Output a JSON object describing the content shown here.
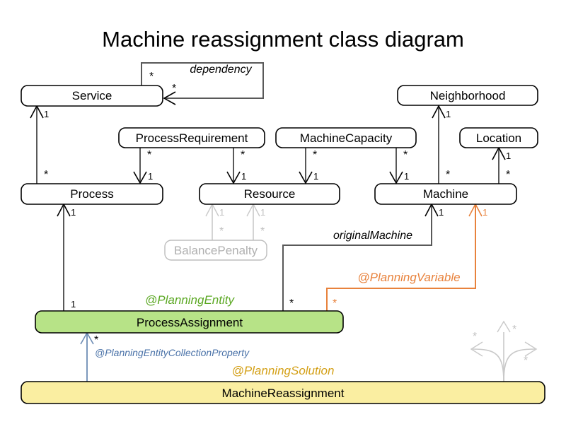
{
  "title": "Machine reassignment class diagram",
  "colors": {
    "planning_entity_green": "#5ba823",
    "planning_variable_orange": "#e8823c",
    "planning_solution_gold": "#d4a017",
    "collection_property_blue": "#4a72a8",
    "entity_box_fill": "#b7e387",
    "solution_box_fill": "#faeea1",
    "edge_gray": "#595959",
    "faded_gray": "#c9c9c9"
  },
  "classes": {
    "service": {
      "name": "Service"
    },
    "process_requirement": {
      "name": "ProcessRequirement"
    },
    "machine_capacity": {
      "name": "MachineCapacity"
    },
    "neighborhood": {
      "name": "Neighborhood"
    },
    "location": {
      "name": "Location"
    },
    "process": {
      "name": "Process"
    },
    "resource": {
      "name": "Resource"
    },
    "machine": {
      "name": "Machine"
    },
    "balance_penalty": {
      "name": "BalancePenalty"
    },
    "process_assignment": {
      "name": "ProcessAssignment"
    },
    "machine_reassignment": {
      "name": "MachineReassignment"
    }
  },
  "annotations": {
    "planning_entity": "@PlanningEntity",
    "planning_variable": "@PlanningVariable",
    "planning_solution": "@PlanningSolution",
    "planning_entity_collection_property": "@PlanningEntityCollectionProperty"
  },
  "association_labels": {
    "dependency": "dependency",
    "original_machine": "originalMachine"
  },
  "multiplicities": {
    "many": "*",
    "one": "1"
  },
  "relations": [
    {
      "from": "Service",
      "to": "Service",
      "label": "dependency",
      "source_mult": "*",
      "target_mult": "*"
    },
    {
      "from": "Process",
      "to": "Service",
      "source_mult": "*",
      "target_mult": "1"
    },
    {
      "from": "ProcessRequirement",
      "to": "Process",
      "source_mult": "*",
      "target_mult": "1"
    },
    {
      "from": "ProcessRequirement",
      "to": "Resource",
      "source_mult": "*",
      "target_mult": "1"
    },
    {
      "from": "MachineCapacity",
      "to": "Resource",
      "source_mult": "*",
      "target_mult": "1"
    },
    {
      "from": "MachineCapacity",
      "to": "Machine",
      "source_mult": "*",
      "target_mult": "1"
    },
    {
      "from": "Machine",
      "to": "Neighborhood",
      "source_mult": "*",
      "target_mult": "1"
    },
    {
      "from": "Machine",
      "to": "Location",
      "source_mult": "*",
      "target_mult": "1"
    },
    {
      "from": "BalancePenalty",
      "to": "Resource",
      "source_mult": "*",
      "target_mult": "1"
    },
    {
      "from": "BalancePenalty",
      "to": "Resource",
      "source_mult": "*",
      "target_mult": "1"
    },
    {
      "from": "ProcessAssignment",
      "to": "Process",
      "source_mult": "*",
      "target_mult": "1"
    },
    {
      "from": "ProcessAssignment",
      "to": "Machine",
      "label": "originalMachine",
      "source_mult": "*",
      "target_mult": "1"
    },
    {
      "from": "ProcessAssignment",
      "to": "Machine",
      "label": "@PlanningVariable",
      "source_mult": "*",
      "target_mult": "1"
    },
    {
      "from": "MachineReassignment",
      "to": "ProcessAssignment",
      "label": "@PlanningEntityCollectionProperty",
      "source_mult": "*",
      "target_mult": ""
    }
  ]
}
